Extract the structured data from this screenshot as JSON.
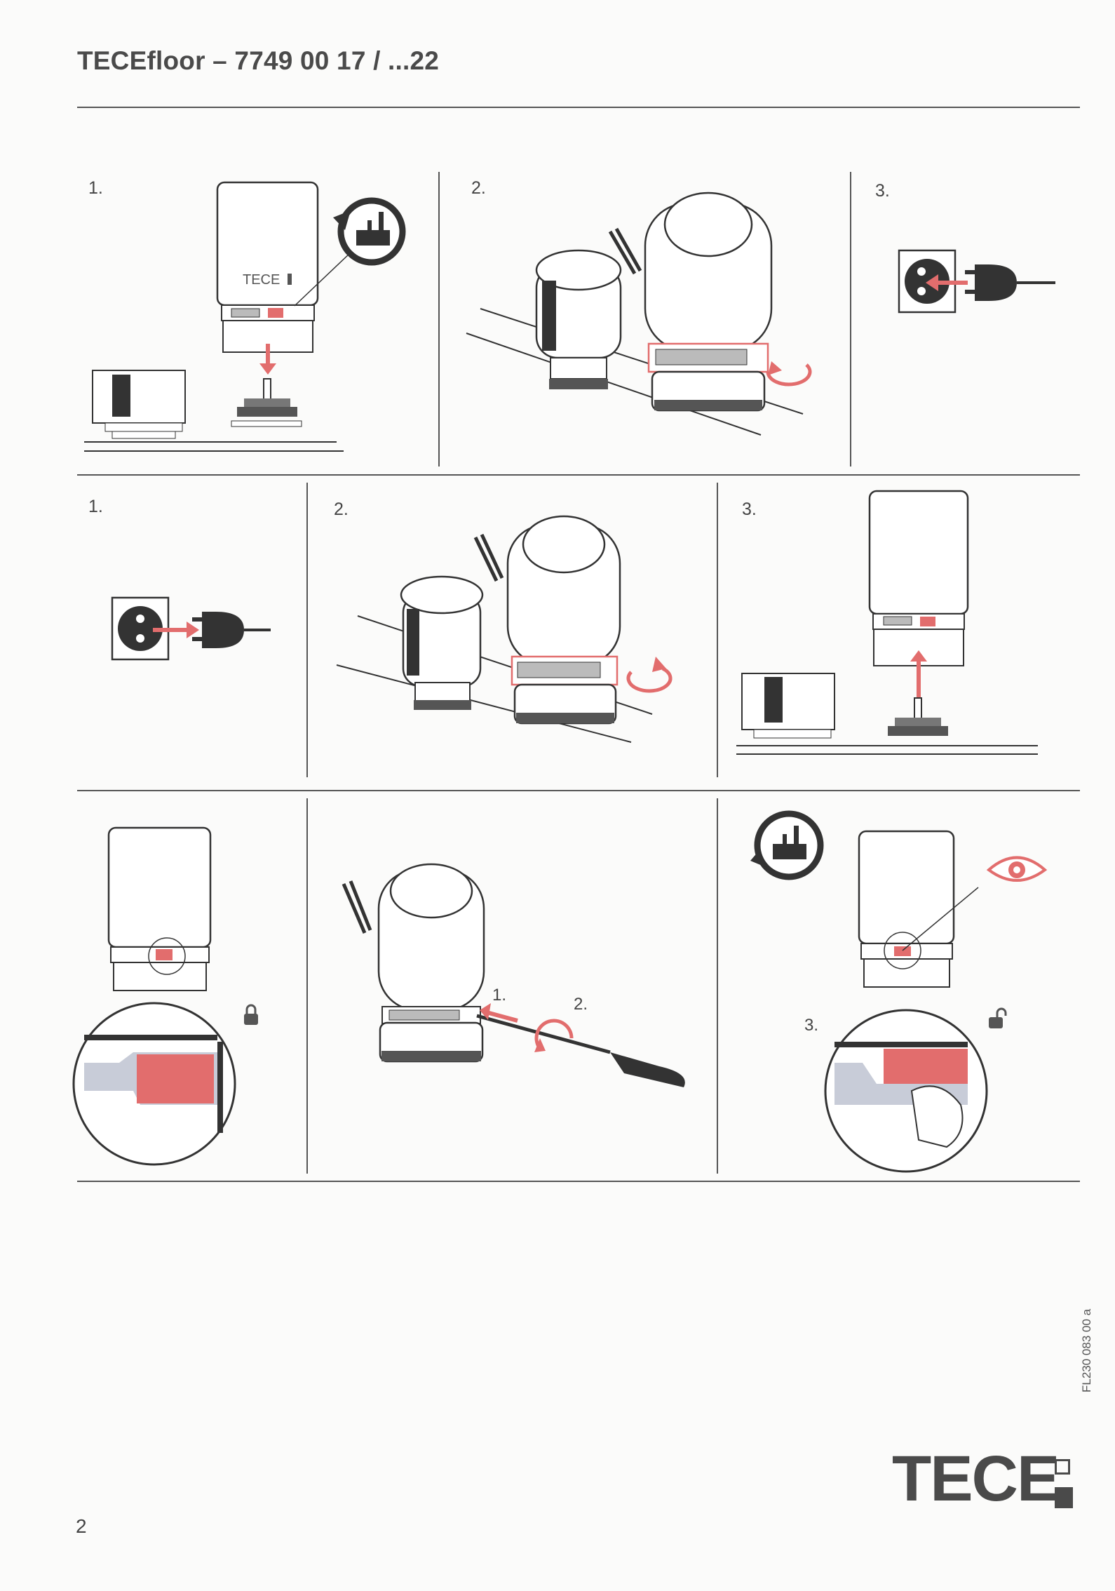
{
  "header": {
    "title": "TECEfloor – 7749 00 17 / ...22"
  },
  "row1": {
    "steps": [
      "1.",
      "2.",
      "3."
    ]
  },
  "row2": {
    "steps": [
      "1.",
      "2.",
      "3."
    ]
  },
  "row3": {
    "sub_steps": [
      "1.",
      "2.",
      "3."
    ]
  },
  "product": {
    "label": "TECE"
  },
  "footer": {
    "page_number": "2",
    "doc_ref": "FL230 083 00 a",
    "logo": "TECE"
  },
  "colors": {
    "accent": "#e26d6d",
    "line": "#555555",
    "dark": "#4a4a4a"
  }
}
